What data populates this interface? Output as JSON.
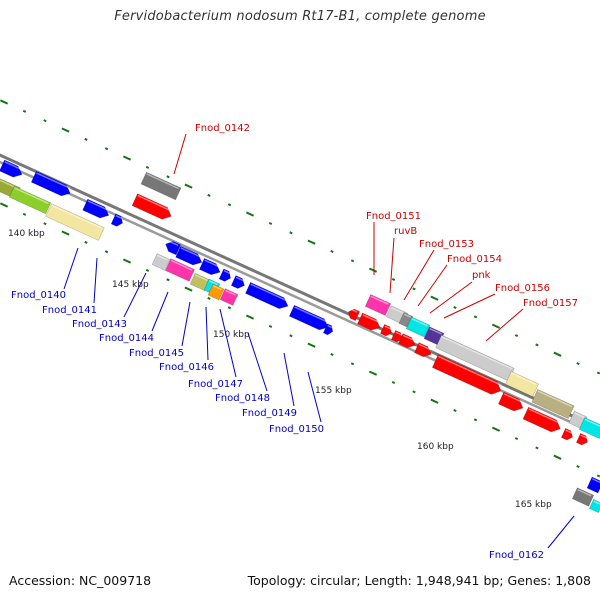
{
  "title": "Fervidobacterium nodosum Rt17-B1, complete genome",
  "footer": {
    "accession": "Accession: NC_009718",
    "summary": "Topology: circular; Length: 1,948,941 bp; Genes: 1,808"
  },
  "colors": {
    "backbone": "#777777",
    "upper_label": "#cc0000",
    "lower_label": "#0000cc",
    "tick": "#117711",
    "blue": "#0000ff",
    "red": "#ff0000",
    "magenta": "#ff33aa",
    "gray": "#777777",
    "lightgray": "#cccccc",
    "cyan": "#00e5e5",
    "yellow": "#f2e6a0",
    "olive": "#b8b080",
    "green": "#8ccf2a",
    "orange": "#ff9900",
    "purple": "#553399"
  },
  "kbp_marks": [
    "140 kbp",
    "145 kbp",
    "150 kbp",
    "155 kbp",
    "160 kbp",
    "165 kbp"
  ],
  "upper_gene_labels": [
    "Fnod_0142",
    "Fnod_0151",
    "ruvB",
    "Fnod_0153",
    "Fnod_0154",
    "pnk",
    "Fnod_0156",
    "Fnod_0157"
  ],
  "lower_gene_labels": [
    "Fnod_0140",
    "Fnod_0141",
    "Fnod_0143",
    "Fnod_0144",
    "Fnod_0145",
    "Fnod_0146",
    "Fnod_0147",
    "Fnod_0148",
    "Fnod_0149",
    "Fnod_0150",
    "Fnod_0162"
  ]
}
